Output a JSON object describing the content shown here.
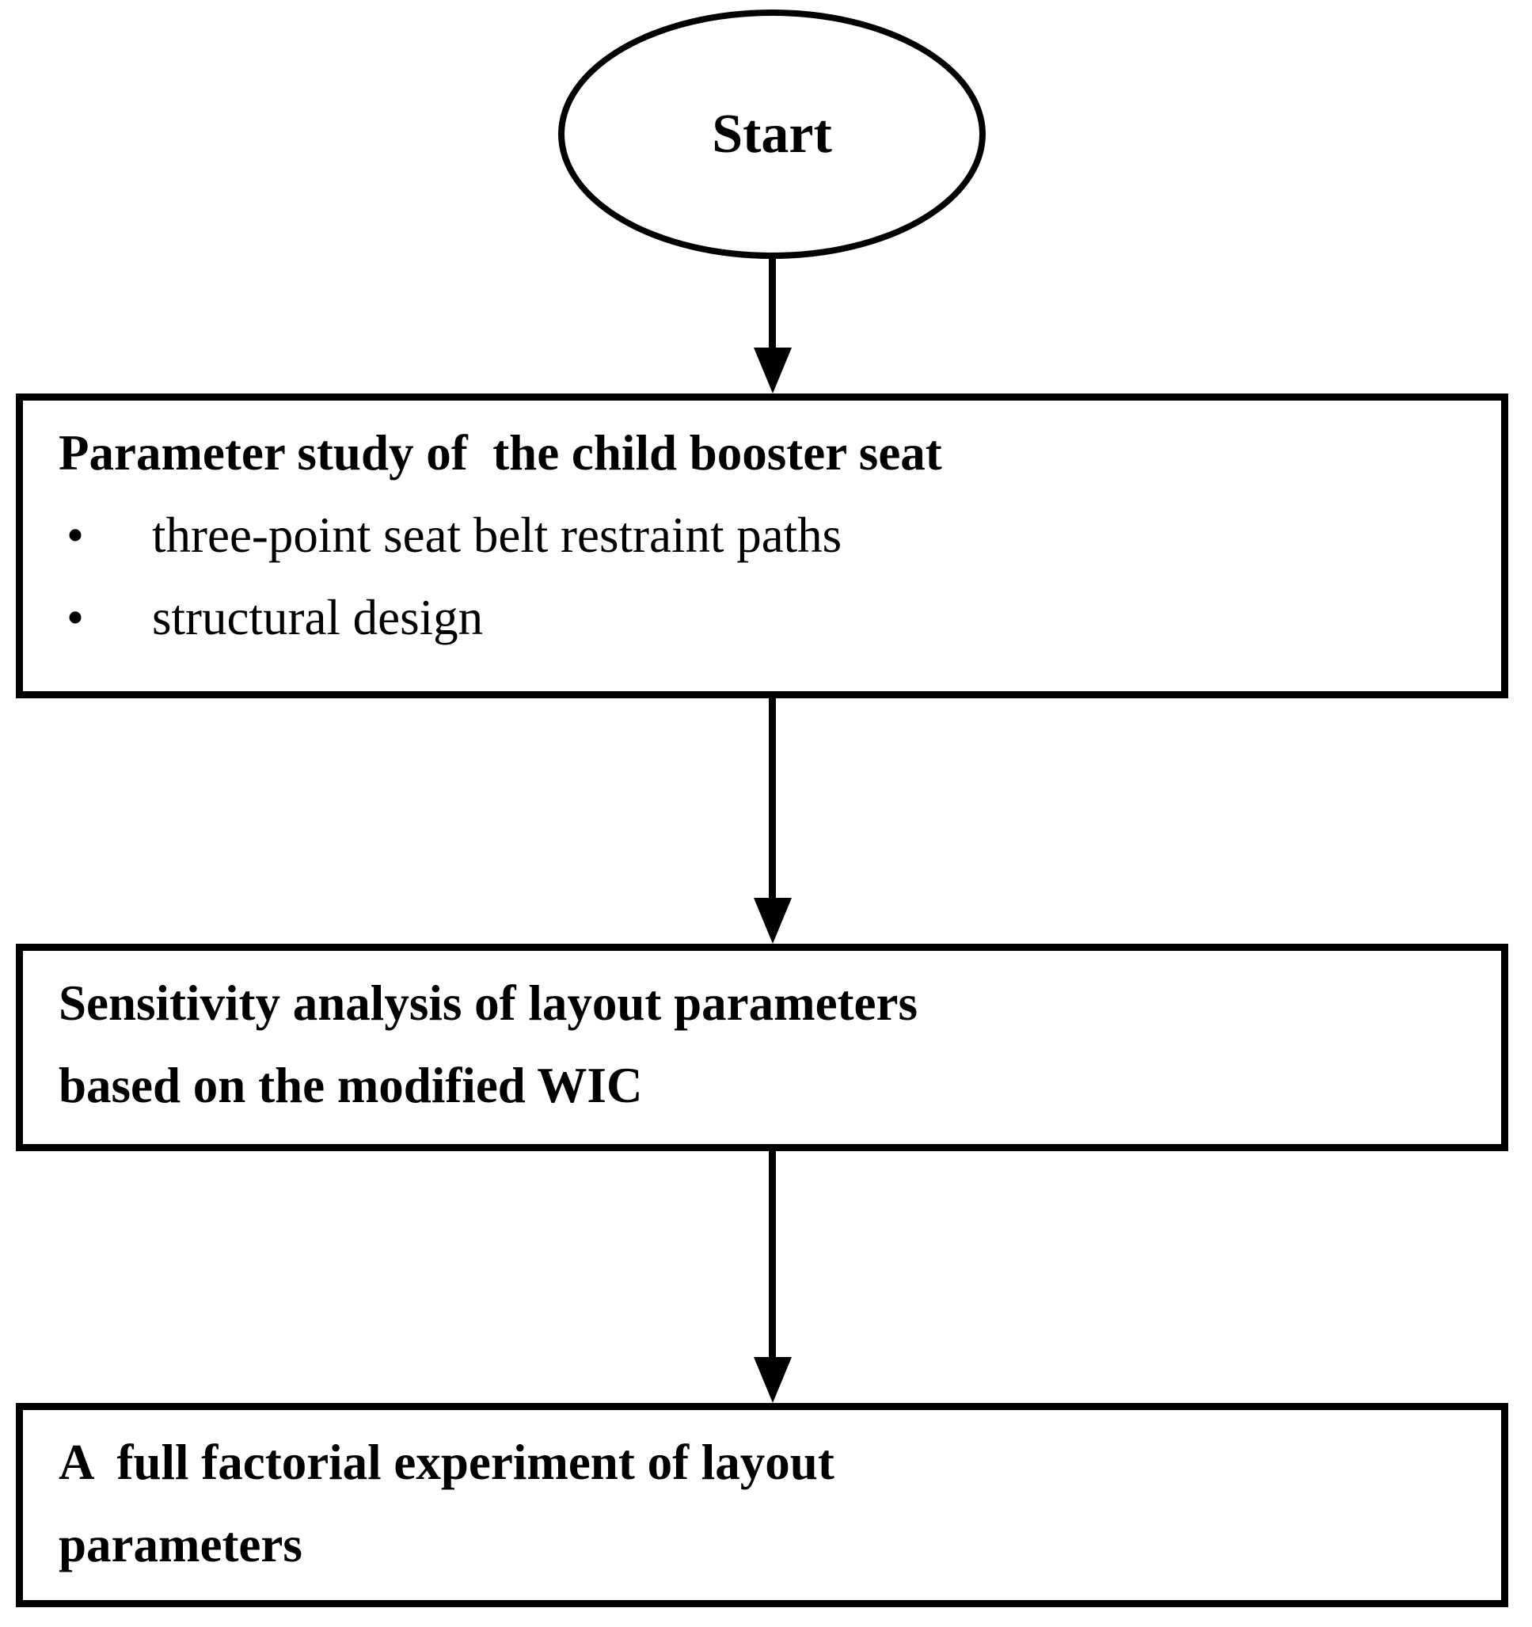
{
  "flowchart": {
    "start_label": "Start",
    "box1": {
      "title": "Parameter study of  the child booster seat",
      "bullet_glyph": "•",
      "bullets": [
        "three-point seat belt restraint paths",
        "structural design"
      ]
    },
    "box2": {
      "lines": [
        "Sensitivity analysis of layout parameters",
        "based on the modified WIC"
      ]
    },
    "box3": {
      "lines": [
        "A  full factorial experiment of layout",
        "parameters"
      ]
    },
    "colors": {
      "stroke": "#000000",
      "fill": "#ffffff",
      "text": "#000000"
    }
  }
}
